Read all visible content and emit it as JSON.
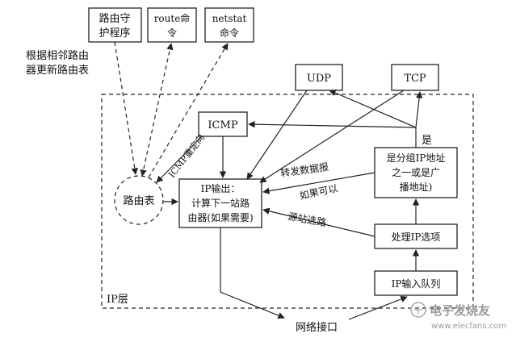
{
  "nodes": {
    "routing_daemon": [
      "路由守",
      "护程序"
    ],
    "route_cmd": [
      "route命",
      "令"
    ],
    "netstat_cmd": [
      "netstat",
      "命令"
    ],
    "update_note": [
      "根据相邻路由",
      "器更新路由表"
    ],
    "udp": "UDP",
    "tcp": "TCP",
    "icmp": "ICMP",
    "icmp_redirect": "ICMP重定向",
    "routing_table": "路由表",
    "ip_output": [
      "IP输出：",
      "计算下一站路",
      "由器(如果需要)"
    ],
    "forward": "转发数据报",
    "if_possible": "如果可以",
    "source_route": "源站选路",
    "yes": "是",
    "is_own_ip": [
      "是分组IP地址",
      "之一或是广",
      "播地址)"
    ],
    "process_ip_options": "处理IP选项",
    "ip_input_queue": "IP输入队列",
    "ip_layer": "IP层",
    "network_interface": "网络接口"
  },
  "watermark": [
    "电子发烧友",
    "www.elecfans.com"
  ]
}
